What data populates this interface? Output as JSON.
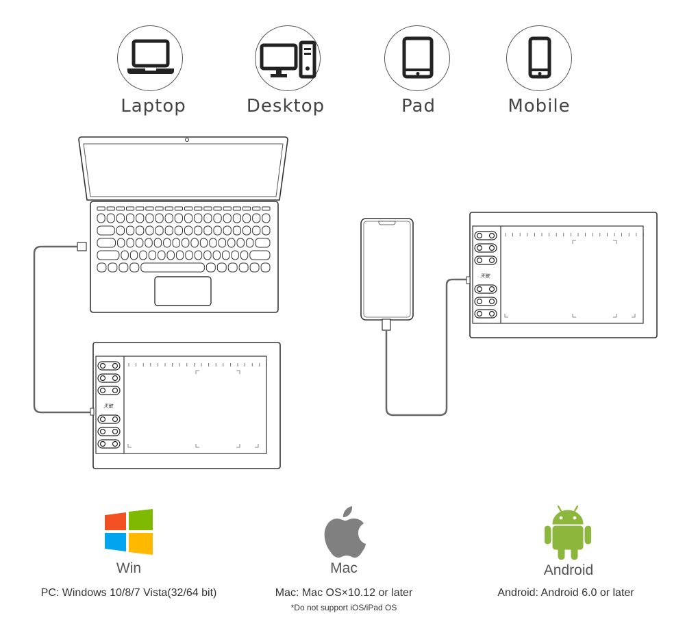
{
  "devices": [
    {
      "label": "Laptop",
      "icon": "laptop-icon"
    },
    {
      "label": "Desktop",
      "icon": "desktop-icon"
    },
    {
      "label": "Pad",
      "icon": "tablet-icon"
    },
    {
      "label": "Mobile",
      "icon": "mobile-phone-icon"
    }
  ],
  "illustration": {
    "tablet_brand_left": "天敏",
    "tablet_brand_right": "天敏"
  },
  "os": [
    {
      "name": "Win",
      "desc": "PC: Windows 10/8/7 Vista(32/64 bit)",
      "note": "",
      "icon": "windows-logo-icon",
      "colors": [
        "#f25022",
        "#7fba00",
        "#00a4ef",
        "#ffb900"
      ]
    },
    {
      "name": "Mac",
      "desc": "Mac: Mac OS×10.12 or later",
      "note": "*Do not support iOS/iPad OS",
      "icon": "apple-logo-icon",
      "colors": [
        "#808080"
      ]
    },
    {
      "name": "Android",
      "desc": "Android: Android 6.0 or later",
      "note": "",
      "icon": "android-logo-icon",
      "colors": [
        "#8cb63c"
      ]
    }
  ]
}
